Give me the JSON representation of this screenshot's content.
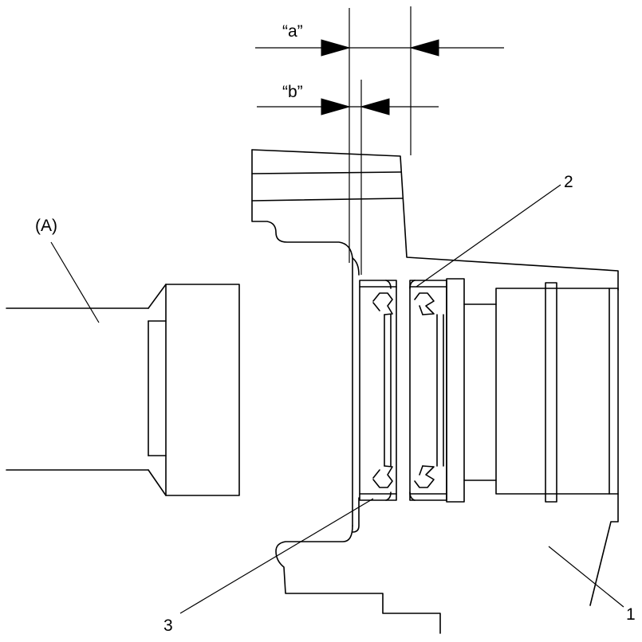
{
  "labels": {
    "dim_a": "“a”",
    "dim_b": "“b”",
    "part_A": "(A)",
    "callout_1": "1",
    "callout_2": "2",
    "callout_3": "3"
  }
}
